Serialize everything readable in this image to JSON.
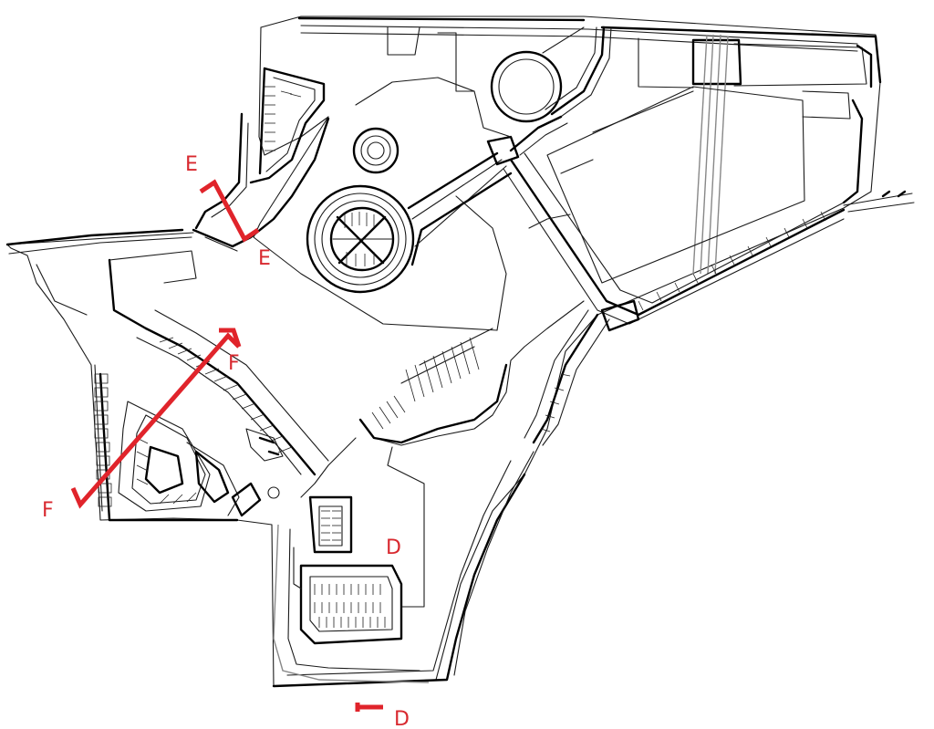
{
  "section_markers": {
    "d_top": "D",
    "d_bottom": "D",
    "e_top": "E",
    "e_bottom": "E",
    "f_top": "F",
    "f_bottom": "F"
  },
  "colors": {
    "linework": "#1a1a1a",
    "section_cut": "#e0242b",
    "label": "#d8292f"
  }
}
